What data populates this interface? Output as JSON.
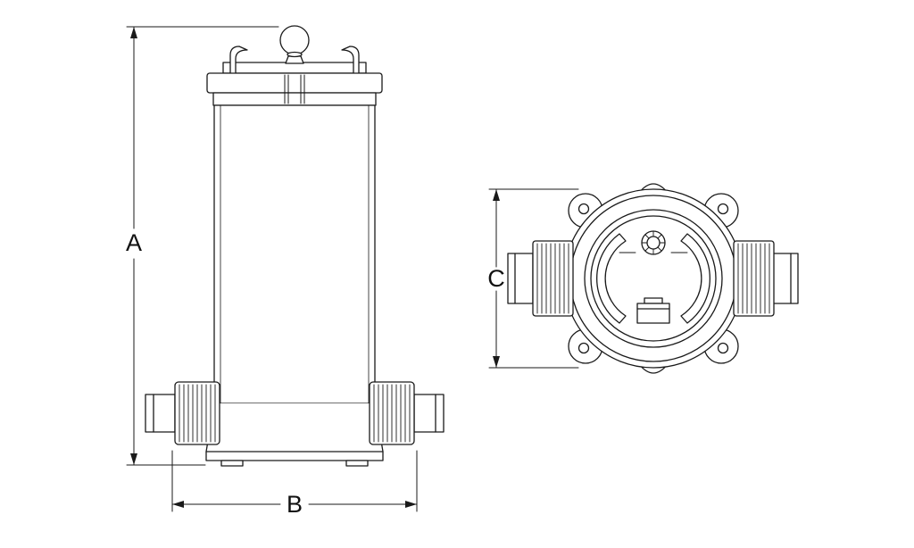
{
  "diagram": {
    "kind": "two-view dimensional technical drawing",
    "dimension_labels": {
      "height": "A",
      "width": "B",
      "depth": "C"
    },
    "colors": {
      "line": "#1a1a1a",
      "background": "#ffffff"
    }
  }
}
